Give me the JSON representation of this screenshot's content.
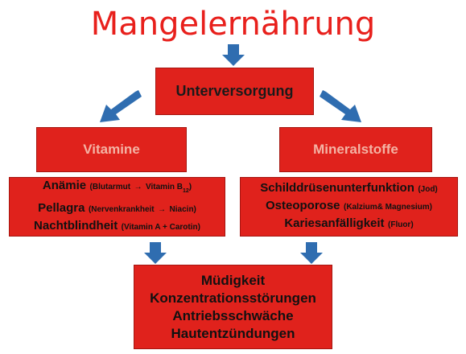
{
  "title": "Mangelernährung",
  "boxes": {
    "unterversorgung": "Unterversorgung",
    "vitamine": "Vitamine",
    "mineralstoffe": "Mineralstoffe"
  },
  "vitamin_list": {
    "anaemie_main": "Anämie",
    "anaemie_detail_a": "(Blutarmut",
    "anaemie_detail_b": "Vitamin B",
    "anaemie_sub": "12",
    "anaemie_close": ")",
    "pellagra_main": "Pellagra",
    "pellagra_detail_a": "(Nervenkrankheit",
    "pellagra_detail_b": "Niacin)",
    "nacht_main": "Nachtblindheit",
    "nacht_detail": "(Vitamin A + Carotin)",
    "arrow_glyph": "→"
  },
  "mineral_list": {
    "schild_main": "Schilddrüsenunterfunktion",
    "schild_detail": "(Jod)",
    "osteo_main": "Osteoporose",
    "osteo_detail": "(Kalzium& Magnesium)",
    "karies_main": "Kariesanfälligkeit",
    "karies_detail": "(Fluor)"
  },
  "effects": [
    "Müdigkeit",
    "Konzentrationsstörungen",
    "Antriebsschwäche",
    "Hautentzündungen"
  ],
  "colors": {
    "title": "#e8201c",
    "box_fill": "#e0221c",
    "category_text": "#f4b3a4",
    "arrow": "#2f6db0"
  },
  "icons": [
    "down-arrow-icon",
    "down-left-arrow-icon",
    "down-right-arrow-icon"
  ]
}
